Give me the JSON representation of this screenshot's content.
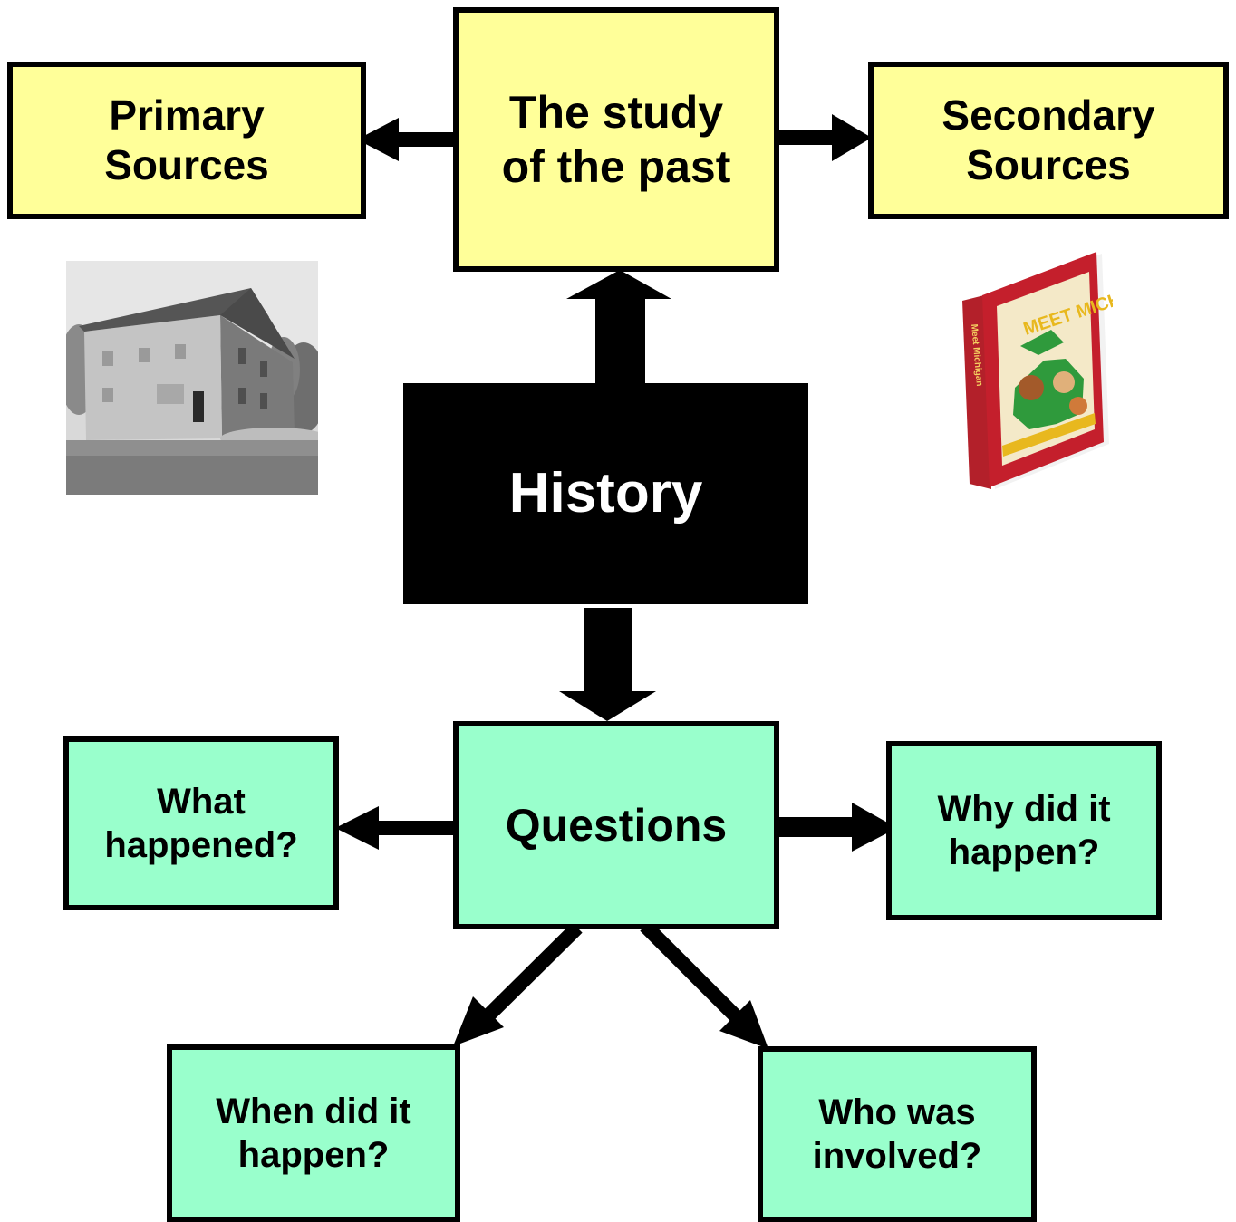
{
  "nodes": {
    "study": {
      "lines": [
        "The study",
        "of the past"
      ]
    },
    "primary": {
      "lines": [
        "Primary",
        "Sources"
      ]
    },
    "secondary": {
      "lines": [
        "Secondary",
        "Sources"
      ]
    },
    "history": {
      "lines": [
        "History"
      ]
    },
    "questions": {
      "lines": [
        "Questions"
      ]
    },
    "what": {
      "lines": [
        "What",
        "happened?"
      ]
    },
    "why": {
      "lines": [
        "Why did it",
        "happen?"
      ]
    },
    "when": {
      "lines": [
        "When did it",
        "happen?"
      ]
    },
    "who": {
      "lines": [
        "Who was",
        "involved?"
      ]
    }
  },
  "images": {
    "primary_example": {
      "subject": "black-and-white photograph of an old building"
    },
    "secondary_example": {
      "subject": "red book cover",
      "title": "MEET MICHIGAN",
      "spine": "Meet Michigan"
    }
  },
  "colors": {
    "top_boxes": "#ffff99",
    "question_boxes": "#99ffcc",
    "center_box": "#000000",
    "center_text": "#ffffff",
    "border": "#000000"
  }
}
